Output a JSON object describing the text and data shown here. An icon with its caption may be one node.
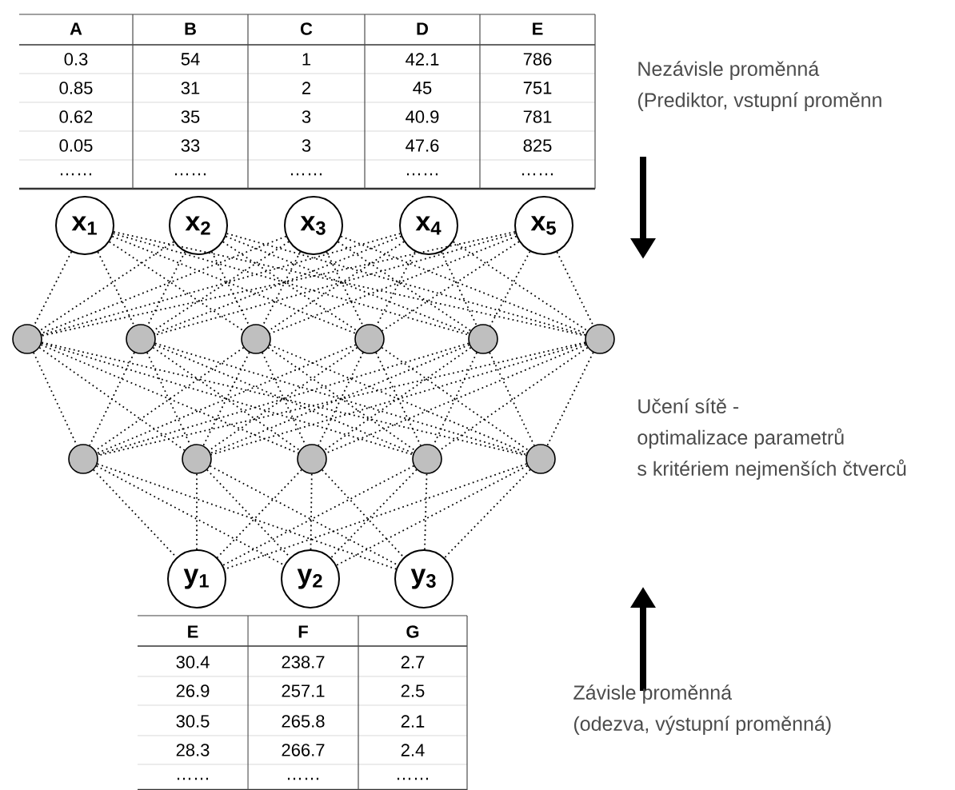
{
  "diagram": {
    "nodes": [
      {
        "text": [
          "x$_{1}$"
        ]
      },
      {
        "text": [
          "x$_{2}$"
        ]
      },
      {
        "text": [
          "x$_{3}$"
        ]
      },
      {
        "text": [
          "x$_{4}$"
        ]
      },
      {
        "text": [
          "x$_{5}$"
        ]
      },
      {
        "text": [],
        "shape": "circle"
      },
      {
        "text": [],
        "shape": "circle"
      },
      {
        "text": [],
        "shape": "circle"
      },
      {
        "text": [],
        "shape": "circle"
      },
      {
        "text": [],
        "shape": "circle"
      },
      {
        "text": [],
        "shape": "circle"
      },
      {
        "text": [],
        "shape": "circle"
      },
      {
        "text": [],
        "shape": "circle"
      },
      {
        "text": [],
        "shape": "circle"
      },
      {
        "text": [],
        "shape": "circle"
      },
      {
        "text": [],
        "shape": "circle"
      },
      {
        "text": [
          "y$_{1}$"
        ]
      },
      {
        "text": [
          "y$_{2}$"
        ]
      },
      {
        "text": [
          "y$_{3}$"
        ]
      }
    ],
    "edges": [
      {
        "from": 0,
        "to": 5,
        "arrow": "none"
      },
      {
        "from": 0,
        "to": 6,
        "arrow": "none"
      },
      {
        "from": 0,
        "to": 7,
        "arrow": "none"
      },
      {
        "from": 0,
        "to": 8,
        "arrow": "none"
      },
      {
        "from": 0,
        "to": 9,
        "arrow": "none"
      },
      {
        "from": 0,
        "to": 10,
        "arrow": "none"
      },
      {
        "from": 1,
        "to": 5,
        "arrow": "none"
      },
      {
        "from": 1,
        "to": 6,
        "arrow": "none"
      },
      {
        "from": 1,
        "to": 7,
        "arrow": "none"
      },
      {
        "from": 1,
        "to": 8,
        "arrow": "none"
      },
      {
        "from": 1,
        "to": 9,
        "arrow": "none"
      },
      {
        "from": 1,
        "to": 10,
        "arrow": "none"
      },
      {
        "from": 2,
        "to": 5,
        "arrow": "none"
      },
      {
        "from": 2,
        "to": 6,
        "arrow": "none"
      },
      {
        "from": 2,
        "to": 7,
        "arrow": "none"
      },
      {
        "from": 2,
        "to": 8,
        "arrow": "none"
      },
      {
        "from": 2,
        "to": 9,
        "arrow": "none"
      },
      {
        "from": 2,
        "to": 10,
        "arrow": "none"
      },
      {
        "from": 3,
        "to": 5,
        "arrow": "none"
      },
      {
        "from": 3,
        "to": 6,
        "arrow": "none"
      },
      {
        "from": 3,
        "to": 7,
        "arrow": "none"
      },
      {
        "from": 3,
        "to": 8,
        "arrow": "none"
      },
      {
        "from": 3,
        "to": 9,
        "arrow": "none"
      },
      {
        "from": 3,
        "to": 10,
        "arrow": "none"
      },
      {
        "from": 4,
        "to": 5,
        "arrow": "none"
      },
      {
        "from": 4,
        "to": 6,
        "arrow": "none"
      },
      {
        "from": 4,
        "to": 7,
        "arrow": "none"
      },
      {
        "from": 4,
        "to": 8,
        "arrow": "none"
      },
      {
        "from": 4,
        "to": 9,
        "arrow": "none"
      },
      {
        "from": 4,
        "to": 10,
        "arrow": "none"
      },
      {
        "from": 5,
        "to": 11,
        "arrow": "none"
      },
      {
        "from": 5,
        "to": 12,
        "arrow": "none"
      },
      {
        "from": 5,
        "to": 13,
        "arrow": "none"
      },
      {
        "from": 5,
        "to": 14,
        "arrow": "none"
      },
      {
        "from": 5,
        "to": 15,
        "arrow": "none"
      },
      {
        "from": 6,
        "to": 11,
        "arrow": "none"
      },
      {
        "from": 6,
        "to": 12,
        "arrow": "none"
      },
      {
        "from": 6,
        "to": 13,
        "arrow": "none"
      },
      {
        "from": 6,
        "to": 14,
        "arrow": "none"
      },
      {
        "from": 6,
        "to": 15,
        "arrow": "none"
      },
      {
        "from": 7,
        "to": 11,
        "arrow": "none"
      },
      {
        "from": 7,
        "to": 12,
        "arrow": "none"
      },
      {
        "from": 7,
        "to": 13,
        "arrow": "none"
      },
      {
        "from": 7,
        "to": 14,
        "arrow": "none"
      },
      {
        "from": 7,
        "to": 15,
        "arrow": "none"
      },
      {
        "from": 8,
        "to": 11,
        "arrow": "none"
      },
      {
        "from": 8,
        "to": 12,
        "arrow": "none"
      },
      {
        "from": 8,
        "to": 13,
        "arrow": "none"
      },
      {
        "from": 8,
        "to": 14,
        "arrow": "none"
      },
      {
        "from": 8,
        "to": 15,
        "arrow": "none"
      },
      {
        "from": 9,
        "to": 11,
        "arrow": "none"
      },
      {
        "from": 9,
        "to": 12,
        "arrow": "none"
      },
      {
        "from": 9,
        "to": 13,
        "arrow": "none"
      },
      {
        "from": 9,
        "to": 14,
        "arrow": "none"
      },
      {
        "from": 9,
        "to": 15,
        "arrow": "none"
      },
      {
        "from": 10,
        "to": 11,
        "arrow": "none"
      },
      {
        "from": 10,
        "to": 12,
        "arrow": "none"
      },
      {
        "from": 10,
        "to": 13,
        "arrow": "none"
      },
      {
        "from": 10,
        "to": 14,
        "arrow": "none"
      },
      {
        "from": 10,
        "to": 15,
        "arrow": "none"
      },
      {
        "from": 11,
        "to": 16,
        "arrow": "none"
      },
      {
        "from": 11,
        "to": 17,
        "arrow": "none"
      },
      {
        "from": 11,
        "to": 18,
        "arrow": "none"
      },
      {
        "from": 12,
        "to": 16,
        "arrow": "none"
      },
      {
        "from": 12,
        "to": 17,
        "arrow": "none"
      },
      {
        "from": 12,
        "to": 18,
        "arrow": "none"
      },
      {
        "from": 13,
        "to": 16,
        "arrow": "none"
      },
      {
        "from": 13,
        "to": 17,
        "arrow": "none"
      },
      {
        "from": 13,
        "to": 18,
        "arrow": "none"
      },
      {
        "from": 14,
        "to": 16,
        "arrow": "none"
      },
      {
        "from": 14,
        "to": 17,
        "arrow": "none"
      },
      {
        "from": 14,
        "to": 18,
        "arrow": "none"
      },
      {
        "from": 15,
        "to": 16,
        "arrow": "none"
      },
      {
        "from": 15,
        "to": 17,
        "arrow": "none"
      },
      {
        "from": 15,
        "to": 18,
        "arrow": "none"
      }
    ],
    "labels": [
      "A",
      "B",
      "C",
      "D",
      "E",
      "0.3",
      "54",
      "1",
      "42.1",
      "786",
      "0.85",
      "31",
      "2",
      "45",
      "751",
      "0.62",
      "35",
      "3",
      "40.9",
      "781",
      "0.05",
      "33",
      "3",
      "47.6",
      "825",
      "……",
      "……",
      "……",
      "……",
      "……",
      "Nezávisle proměnná (Prediktor, vstupní proměnn",
      "Učení sítě - optimalizace parametrů s kritériem nejmenších čtverců",
      "E",
      "F",
      "G",
      "30.4",
      "238.7",
      "2.7",
      "26.9",
      "257.1",
      "2.5",
      "30.5",
      "265.8",
      "2.1",
      "28.3",
      "266.7",
      "2.4",
      "……",
      "……",
      "……",
      "Závisle proměnná (odezva, výstupní proměnná)"
    ]
  }
}
